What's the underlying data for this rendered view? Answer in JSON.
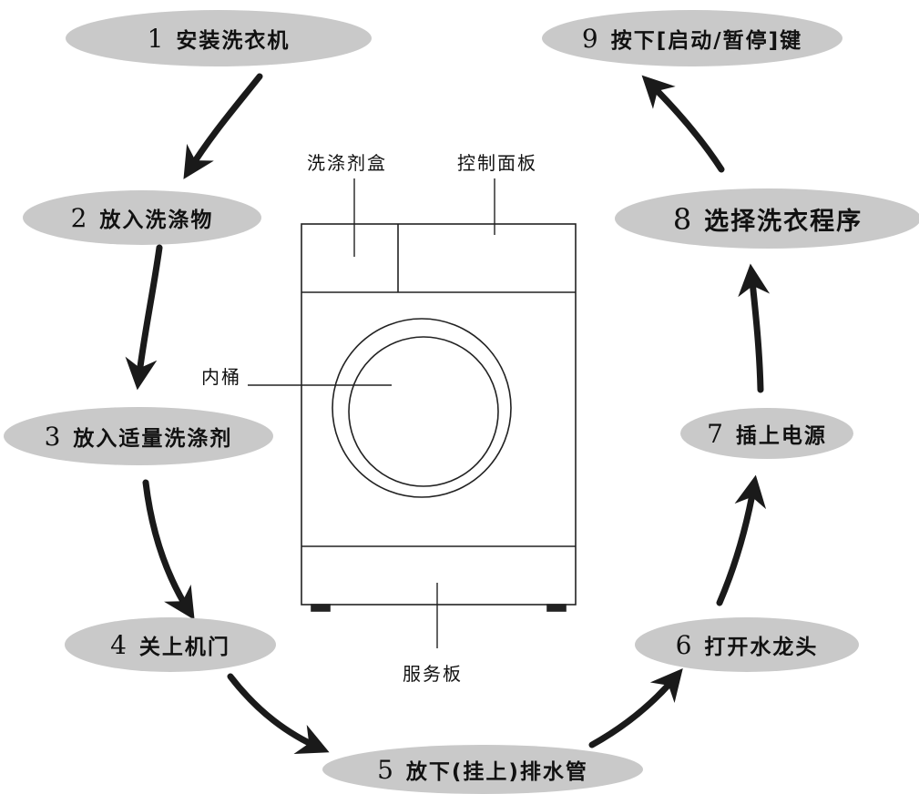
{
  "steps": [
    {
      "number": "1",
      "text": "安装洗衣机"
    },
    {
      "number": "2",
      "text": "放入洗涤物"
    },
    {
      "number": "3",
      "text": "放入适量洗涤剂"
    },
    {
      "number": "4",
      "text": "关上机门"
    },
    {
      "number": "5",
      "text": "放下(挂上)排水管"
    },
    {
      "number": "6",
      "text": "打开水龙头"
    },
    {
      "number": "7",
      "text": "插上电源"
    },
    {
      "number": "8",
      "text": "选择洗衣程序"
    },
    {
      "number": "9",
      "text": "按下[启动/暂停]键"
    }
  ],
  "machine_labels": {
    "detergent_box": "洗涤剂盒",
    "control_panel": "控制面板",
    "inner_drum": "内桶",
    "service_panel": "服务板"
  },
  "colors": {
    "ellipse_fill": "#c9c9c9",
    "arrow": "#1a1a1a",
    "line": "#222222"
  }
}
